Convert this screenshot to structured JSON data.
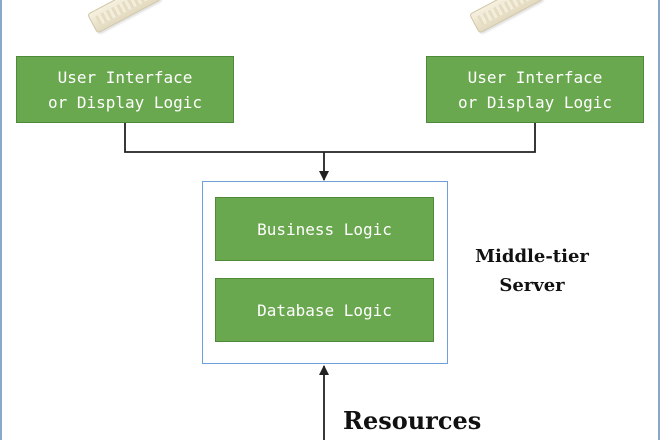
{
  "diagram": {
    "client_left": {
      "label": "User Interface\nor Display Logic"
    },
    "client_right": {
      "label": "User Interface\nor Display Logic"
    },
    "server": {
      "label": "Middle-tier\nServer",
      "components": [
        {
          "label": "Business Logic"
        },
        {
          "label": "Database Logic"
        }
      ]
    },
    "resources_label": "Resources"
  },
  "colors": {
    "box_fill": "#6aa84f",
    "box_border": "#4f8a3b",
    "server_border": "#6f9fd8",
    "connector": "#222222"
  },
  "icons": [
    "keyboard-icon",
    "keyboard-icon"
  ]
}
